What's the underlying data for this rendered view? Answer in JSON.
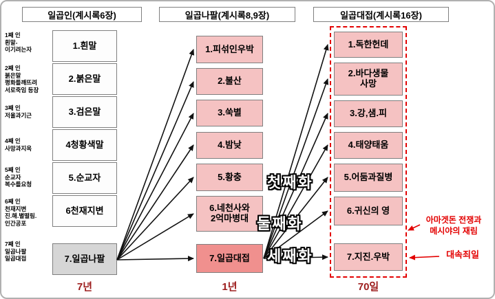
{
  "seals": {
    "header": "일곱인(계시록6장)",
    "duration": "7년",
    "items": [
      "1.흰말",
      "2.붉은말",
      "3.검은말",
      "4청황색말",
      "5.순교자",
      "6천재지변",
      "7.일곱나팔"
    ],
    "notes": [
      "1째 인\n흰말-\n이기려는자",
      "2째 인\n붉은말\n평화를깨뜨려\n서로죽임 등장",
      "3째 인\n저울과기근",
      "4째 인\n사망과지옥",
      "5째 인\n순교자\n복수를요청",
      "6째 인\n천재지변\n진.해.별떨림.\n인간공포",
      "7째 인\n일곱나팔\n일곱대접"
    ]
  },
  "trumpets": {
    "header": "일곱나팔(계시록8,9장)",
    "duration": "1년",
    "items": [
      "1.피섞인우박",
      "2.불산",
      "3.쑥별",
      "4.밤낮",
      "5.황충",
      "6.네천사와\n2억마병대",
      "7.일곱대접"
    ]
  },
  "bowls": {
    "header": "일곱대접(계시록16장)",
    "duration": "70일",
    "items": [
      "1.독한헌데",
      "2.바다생물\n사망",
      "3.강,샘.피",
      "4.태양태움",
      "5.어둠과질병",
      "6.귀신의 영",
      "7.지진.우박"
    ]
  },
  "woes": {
    "first": "첫째화",
    "second": "둘째화",
    "third": "세째화"
  },
  "annotations": {
    "armageddon": "아마겟돈 전쟁과\n메시야의 재림",
    "atonement": "대속죄일"
  },
  "colors": {
    "pink_box": "#f5c2c2",
    "salmon_box": "#f0908e",
    "gray_box": "#d6d6d6",
    "dashed_red": "#e30000",
    "duration_red": "#9c1c1c"
  }
}
